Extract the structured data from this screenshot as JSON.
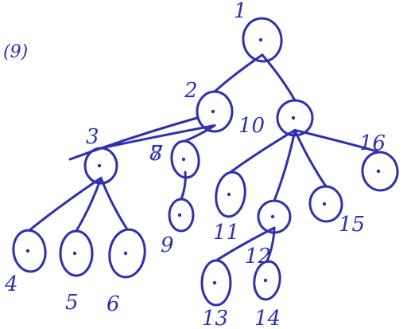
{
  "diagram": {
    "part_label": "(9)",
    "ink_color": "#2f2fb0",
    "nodes": [
      {
        "id": "n1",
        "label": "1"
      },
      {
        "id": "n2",
        "label": "2"
      },
      {
        "id": "n10",
        "label": "10"
      },
      {
        "id": "n16",
        "label": "16"
      },
      {
        "id": "n3",
        "label": "3"
      },
      {
        "id": "n7",
        "label": "7"
      },
      {
        "id": "n4",
        "label": "4"
      },
      {
        "id": "n5",
        "label": "5"
      },
      {
        "id": "n6",
        "label": "6"
      },
      {
        "id": "n8",
        "label": "8"
      },
      {
        "id": "n9",
        "label": "9"
      },
      {
        "id": "n11",
        "label": "11"
      },
      {
        "id": "n12",
        "label": "12"
      },
      {
        "id": "n13",
        "label": "13"
      },
      {
        "id": "n14",
        "label": "14"
      },
      {
        "id": "n15",
        "label": "15"
      }
    ],
    "edges": [
      [
        "n1",
        "n2"
      ],
      [
        "n1",
        "n10"
      ],
      [
        "n2",
        "n3"
      ],
      [
        "n2",
        "n8"
      ],
      [
        "n3",
        "n4"
      ],
      [
        "n3",
        "n5"
      ],
      [
        "n3",
        "n6"
      ],
      [
        "n8",
        "n9"
      ],
      [
        "n10",
        "n11"
      ],
      [
        "n10",
        "n12"
      ],
      [
        "n10",
        "n15"
      ],
      [
        "n10",
        "n16"
      ],
      [
        "n12",
        "n13"
      ],
      [
        "n12",
        "n14"
      ]
    ]
  }
}
